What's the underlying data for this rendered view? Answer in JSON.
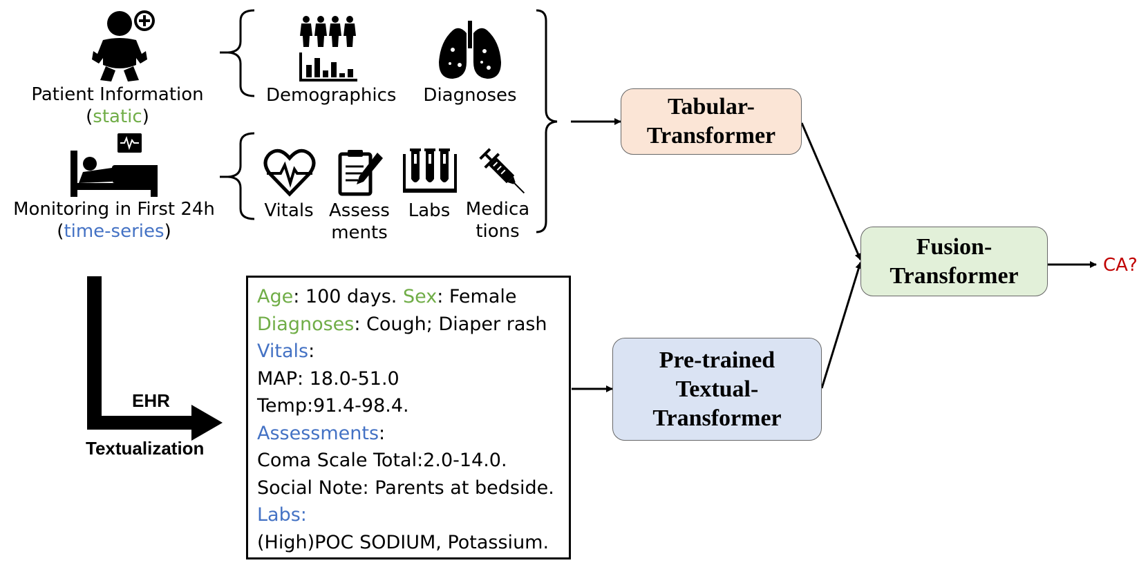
{
  "inputs": {
    "patient": {
      "title": "Patient Information",
      "paren_open": "(",
      "tag": "static",
      "paren_close": ")"
    },
    "monitoring": {
      "title": "Monitoring in First 24h",
      "paren_open": "(",
      "tag": "time-series",
      "paren_close": ")"
    },
    "static_items": [
      {
        "label": "Demographics",
        "icon": "demographics-icon"
      },
      {
        "label": "Diagnoses",
        "icon": "lungs-icon"
      }
    ],
    "series_items": [
      {
        "label": "Vitals",
        "icon": "heart-pulse-icon"
      },
      {
        "line1": "Assess",
        "line2": "ments",
        "icon": "clipboard-icon"
      },
      {
        "label": "Labs",
        "icon": "test-tubes-icon"
      },
      {
        "line1": "Medica",
        "line2": "tions",
        "icon": "syringe-icon"
      }
    ]
  },
  "textualization": {
    "line1": "EHR",
    "line2": "Textualization"
  },
  "ehr_text": {
    "age_key": "Age",
    "age_val": ": 100 days. ",
    "sex_key": "Sex",
    "sex_val": ": Female",
    "diag_key": "Diagnoses",
    "diag_val": ": Cough; Diaper rash",
    "vitals_key": "Vitals",
    "vitals_colon": ":",
    "map": "MAP: 18.0-51.0",
    "temp": "Temp:91.4-98.4.",
    "assess_key": "Assessments",
    "assess_colon": ":",
    "coma": "Coma Scale Total:2.0-14.0.",
    "social": "Social Note: Parents at bedside.",
    "labs_key": "Labs:",
    "labs_val": "(High)POC SODIUM, Potassium."
  },
  "models": {
    "tabular": {
      "line1": "Tabular-",
      "line2": "Transformer"
    },
    "textual": {
      "line1": "Pre-trained",
      "line2": "Textual-",
      "line3": "Transformer"
    },
    "fusion": {
      "line1": "Fusion-",
      "line2": "Transformer"
    }
  },
  "output": "CA?",
  "colors": {
    "static": "#70ad47",
    "time_series": "#4472c4",
    "output": "#c00000",
    "tabular_fill": "#fbe5d6",
    "textual_fill": "#dae3f3",
    "fusion_fill": "#e2f0d9"
  }
}
